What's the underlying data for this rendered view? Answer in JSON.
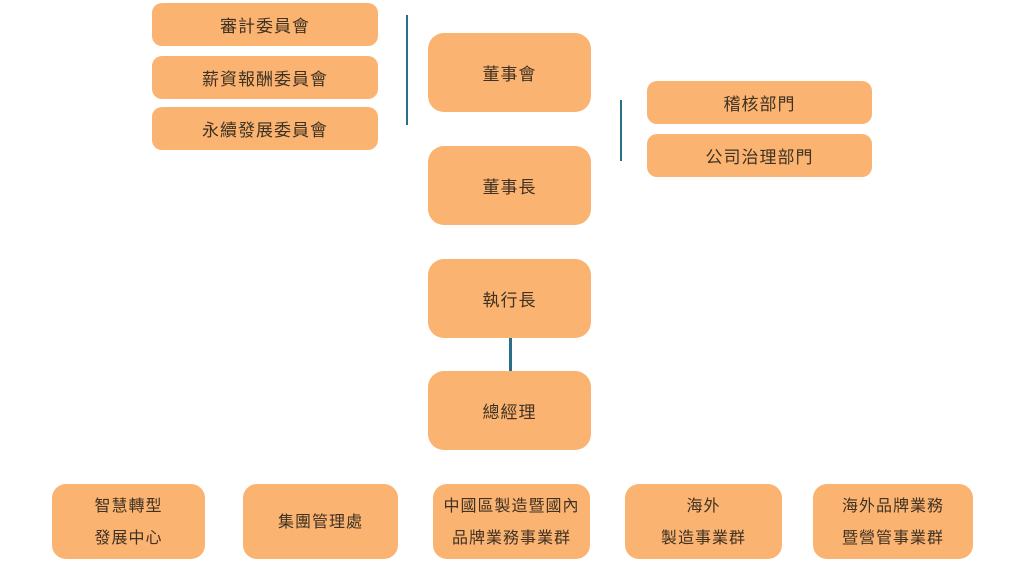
{
  "colors": {
    "page_background": "#FFFFFF",
    "box_fill": "#FBB371",
    "box_text": "#3F3222",
    "connector": "#2B6E88"
  },
  "org_chart": {
    "committees": [
      {
        "label": "審計委員會"
      },
      {
        "label": "薪資報酬委員會"
      },
      {
        "label": "永續發展委員會"
      }
    ],
    "leadership_chain": [
      {
        "label": "董事會"
      },
      {
        "label": "董事長"
      },
      {
        "label": "執行長"
      },
      {
        "label": "總經理"
      }
    ],
    "departments": [
      {
        "label": "稽核部門"
      },
      {
        "label": "公司治理部門"
      }
    ],
    "business_units": [
      {
        "label": "智慧轉型\n發展中心"
      },
      {
        "label": "集團管理處"
      },
      {
        "label": "中國區製造暨國內\n品牌業務事業群"
      },
      {
        "label": "海外\n製造事業群"
      },
      {
        "label": "海外品牌業務\n暨營管事業群"
      }
    ]
  }
}
